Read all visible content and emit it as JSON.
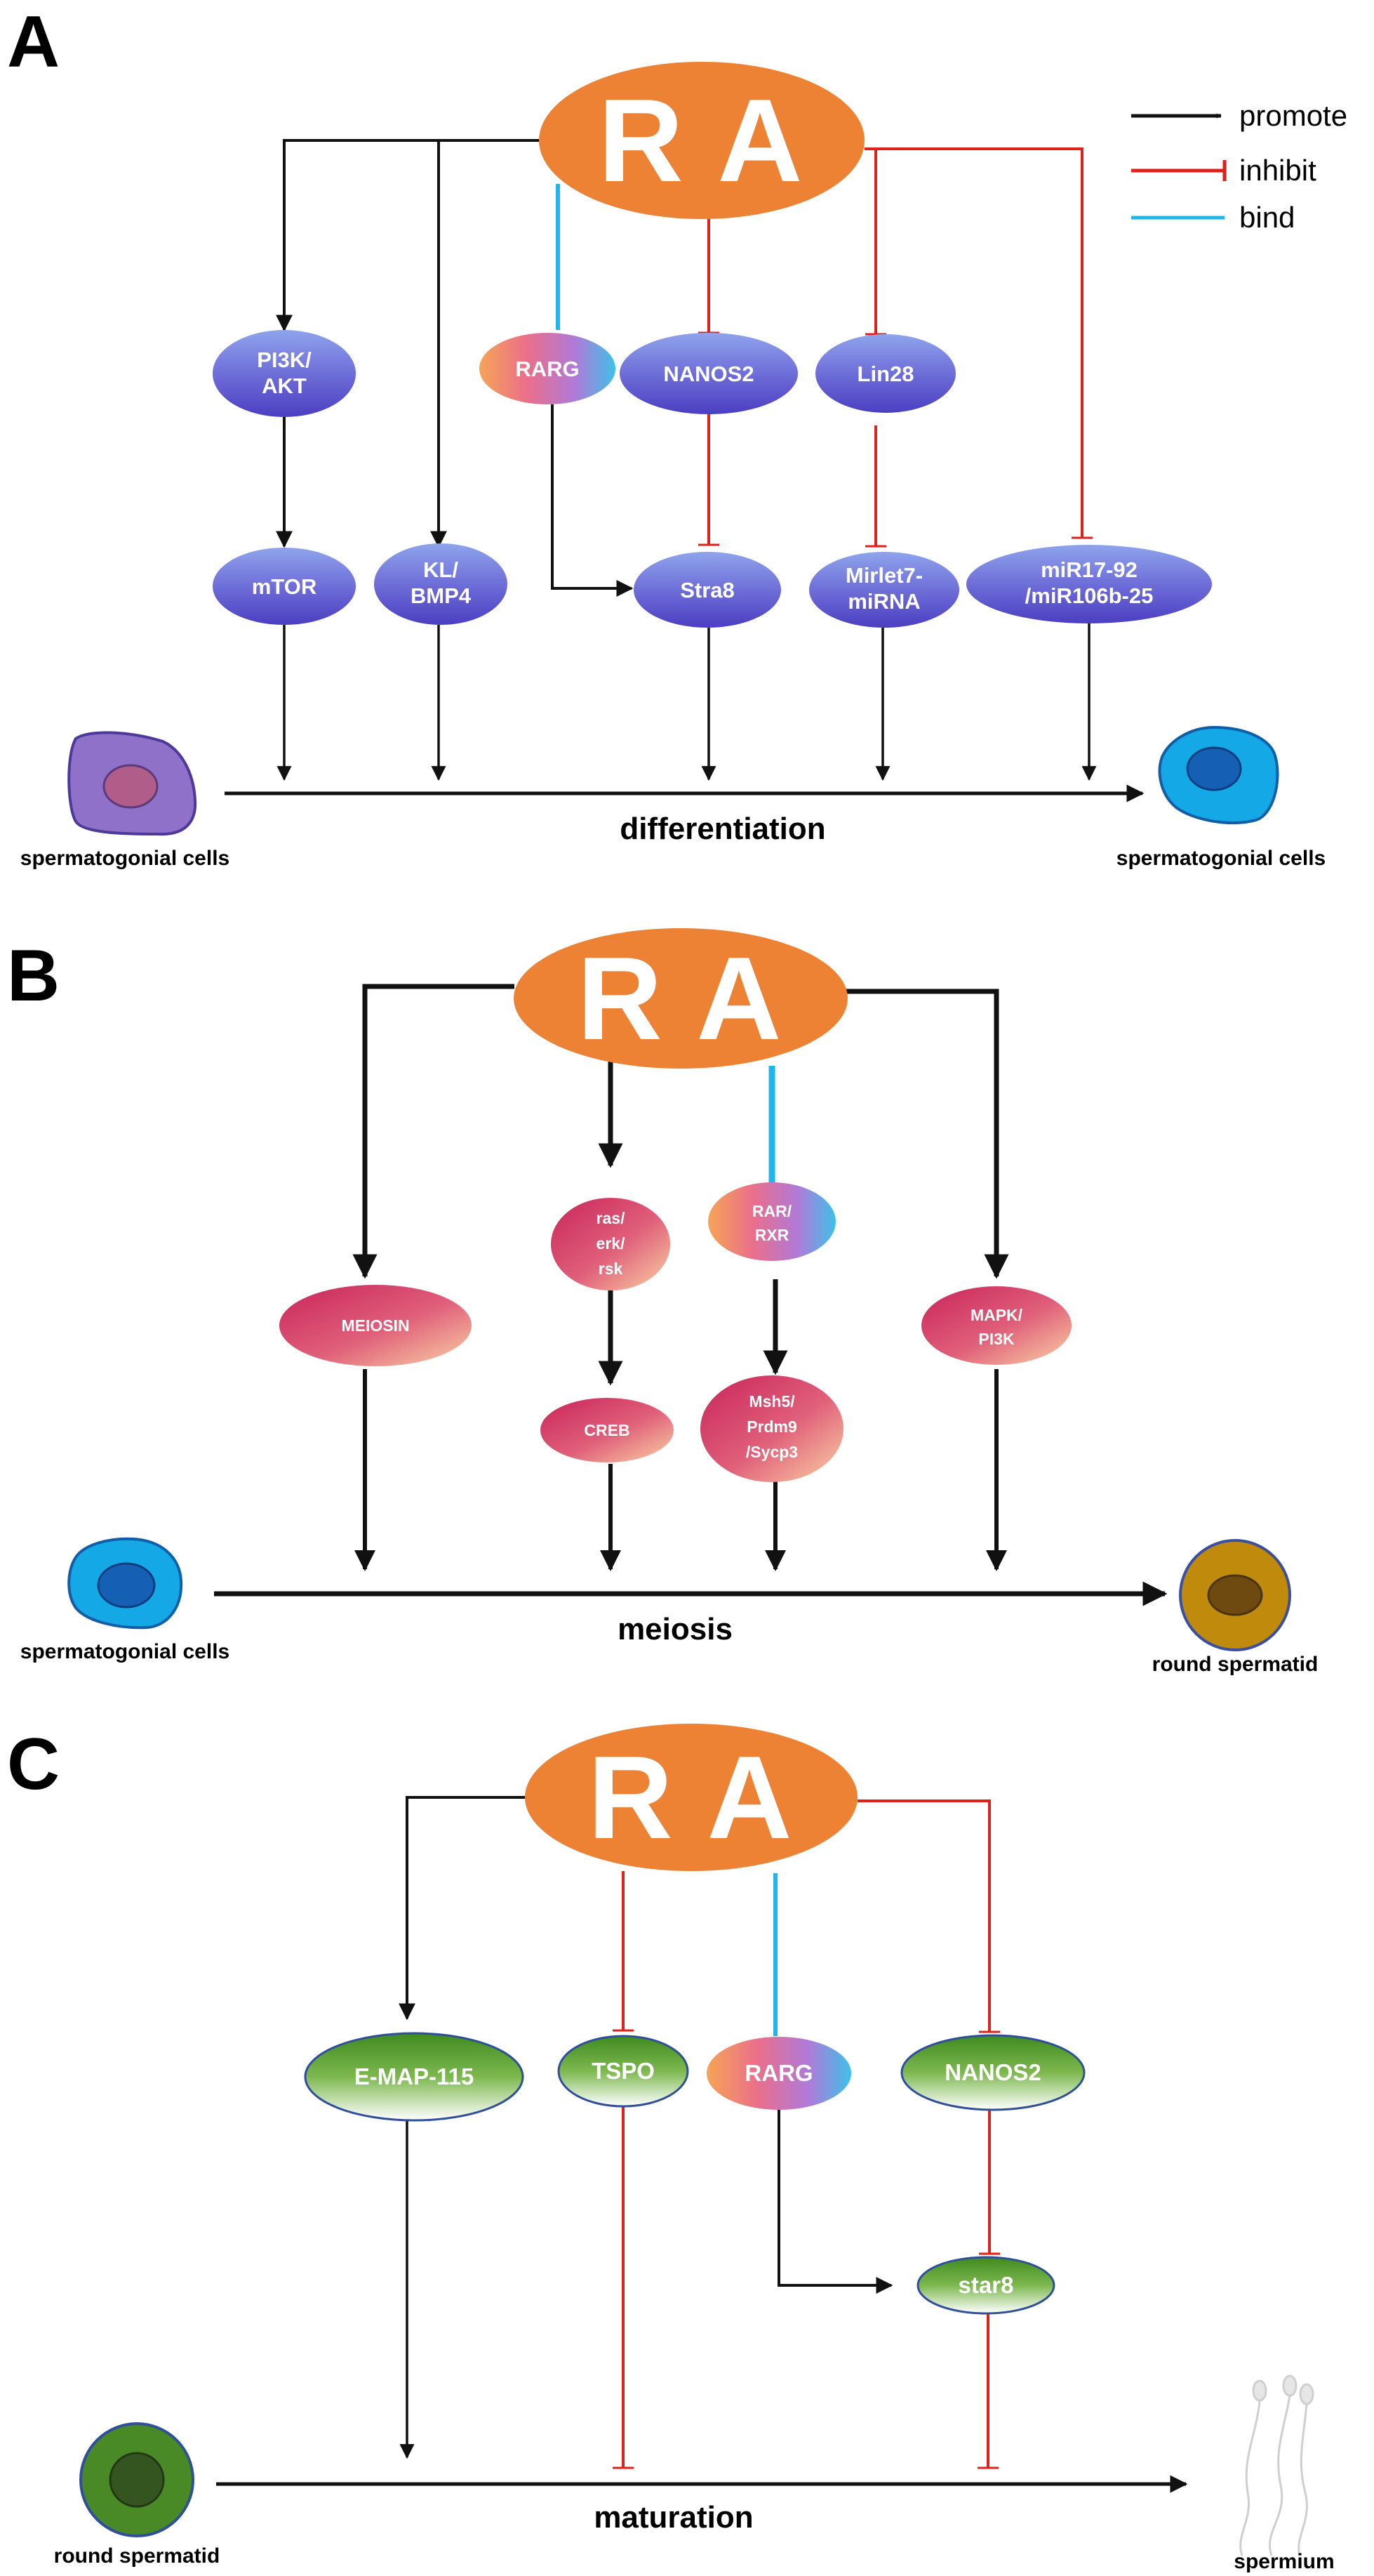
{
  "panels": [
    {
      "letter": "A",
      "center": "R A",
      "legend": {
        "promote": "promote",
        "inhibit": "inhibit",
        "bind": "bind"
      },
      "nodes": {
        "pi3k": [
          "PI3K/",
          "AKT"
        ],
        "rarg": "RARG",
        "nanos2": "NANOS2",
        "lin28": "Lin28",
        "mtor": "mTOR",
        "klbmp4": [
          "KL/",
          "BMP4"
        ],
        "stra8": "Stra8",
        "mirlet7": [
          "Mirlet7-",
          "miRNA"
        ],
        "mir17": [
          "miR17-92",
          "/miR106b-25"
        ]
      },
      "process": "differentiation",
      "cell_left": "spermatogonial cells",
      "cell_right": "spermatogonial cells"
    },
    {
      "letter": "B",
      "center": "R A",
      "nodes": {
        "meiosin": "MEIOSIN",
        "ras": [
          "ras/",
          "erk/",
          "rsk"
        ],
        "rarrxr": [
          "RAR/",
          "RXR"
        ],
        "mapk": [
          "MAPK/",
          "PI3K"
        ],
        "creb": "CREB",
        "msh5": [
          "Msh5/",
          "Prdm9",
          "/Sycp3"
        ]
      },
      "process": "meiosis",
      "cell_left": "spermatogonial cells",
      "cell_right": "round spermatid"
    },
    {
      "letter": "C",
      "center": "R A",
      "nodes": {
        "emap": "E-MAP-115",
        "tspo": "TSPO",
        "rarg": "RARG",
        "nanos2": "NANOS2",
        "star8": "star8"
      },
      "process": "maturation",
      "cell_left": "round spermatid",
      "cell_right": "spermium"
    }
  ],
  "colors": {
    "ra": "#ee8234",
    "promote": "#111111",
    "inhibit": "#e0201a",
    "bind": "#22b5ec",
    "node_a": "#6c68d4",
    "node_b": "#d8325f",
    "node_c": "#5a9a32"
  }
}
